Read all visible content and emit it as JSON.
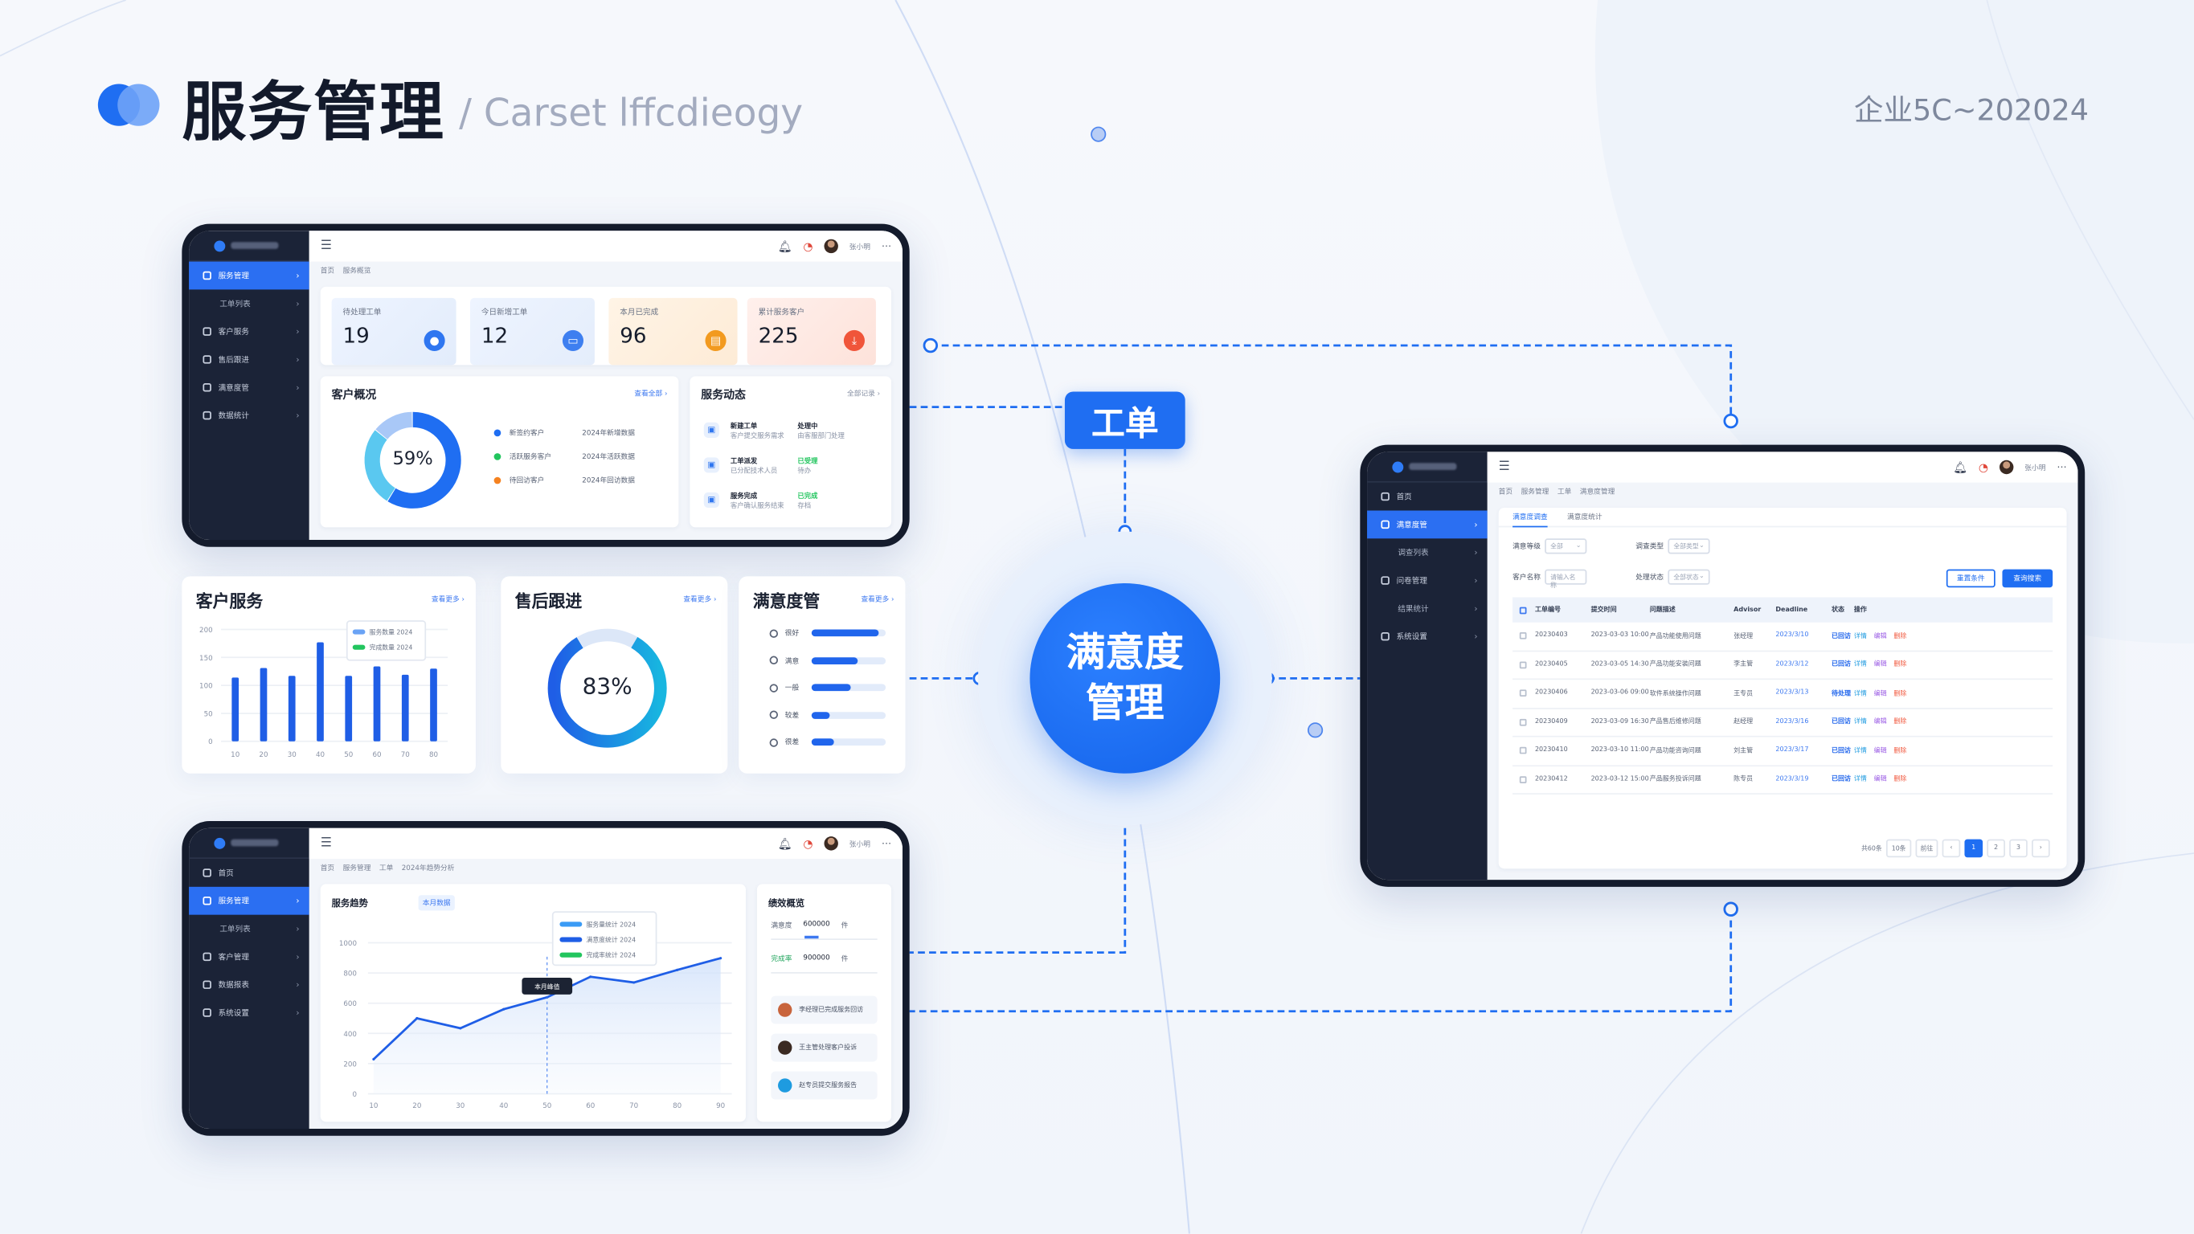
{
  "header": {
    "title": "服务管理",
    "subtitle": "/ Carset lffcdieogy",
    "corner_label": "企业5C~202024"
  },
  "center": {
    "hub_line1": "满意度",
    "hub_line2": "管理",
    "tag": "工单"
  },
  "colors": {
    "accent": "#1f6ef2",
    "sidebar": "#1b2337",
    "green": "#22c55e",
    "orange": "#f59e0b",
    "red": "#f0553a"
  },
  "dashboard_overview": {
    "sidebar": [
      {
        "label": "服务管理",
        "active": true
      },
      {
        "label": "工单列表",
        "sub": true
      },
      {
        "label": "客户服务"
      },
      {
        "label": "售后跟进"
      },
      {
        "label": "满意度管"
      },
      {
        "label": "数据统计"
      }
    ],
    "breadcrumb": [
      "首页",
      "服务概览"
    ],
    "user": "张小明",
    "stats": [
      {
        "label": "待处理工单",
        "value": "19",
        "icon": "user-icon",
        "color": "#2f76f0"
      },
      {
        "label": "今日新增工单",
        "value": "12",
        "icon": "ticket-icon",
        "color": "#3e7ff0"
      },
      {
        "label": "本月已完成",
        "value": "96",
        "icon": "folder-icon",
        "color": "#f29a1f"
      },
      {
        "label": "累计服务客户",
        "value": "225",
        "icon": "download-icon",
        "color": "#f0553a"
      }
    ],
    "customer": {
      "title": "客户概况",
      "link": "查看全部",
      "percent": "59%",
      "segments": [
        59,
        27,
        14
      ],
      "legend": [
        {
          "name": "新签约客户",
          "value": "2024年新增数据",
          "color": "#1f6ef2"
        },
        {
          "name": "活跃服务客户",
          "value": "2024年活跃数据",
          "color": "#22c55e"
        },
        {
          "name": "待回访客户",
          "value": "2024年回访数据",
          "color": "#f58220"
        }
      ]
    },
    "activity": {
      "title": "服务动态",
      "link": "全部记录",
      "items": [
        {
          "name": "新建工单",
          "desc": "客户提交服务需求",
          "status": "处理中",
          "note": "由客服部门处理",
          "status_color": "#1c2333"
        },
        {
          "name": "工单派发",
          "desc": "已分配技术人员",
          "status": "已受理",
          "note": "待办",
          "status_color": "#22c55e"
        },
        {
          "name": "服务完成",
          "desc": "客户确认服务结束",
          "status": "已完成",
          "note": "存档",
          "status_color": "#22c55e"
        }
      ]
    }
  },
  "cards": {
    "service": {
      "title": "客户服务",
      "link": "查看更多"
    },
    "aftersales": {
      "title": "售后跟进",
      "link": "查看更多",
      "percent": "83%",
      "value": 83
    },
    "satisfaction": {
      "title": "满意度管",
      "link": "查看更多",
      "items": [
        {
          "label": "很好",
          "value": 90
        },
        {
          "label": "满意",
          "value": 63
        },
        {
          "label": "一般",
          "value": 52
        },
        {
          "label": "较差",
          "value": 25
        },
        {
          "label": "很差",
          "value": 30
        }
      ]
    }
  },
  "chart_data": [
    {
      "type": "bar",
      "title": "客户服务",
      "categories": [
        "10",
        "20",
        "30",
        "40",
        "50",
        "60",
        "70",
        "80"
      ],
      "values": [
        114,
        131,
        117,
        177,
        117,
        134,
        119,
        130
      ],
      "ylim": [
        0,
        200
      ],
      "yticks": [
        0,
        50,
        100,
        150,
        200
      ],
      "legend": [
        {
          "name": "服务数量 2024",
          "color": "#6aa3f5"
        },
        {
          "name": "完成数量 2024",
          "color": "#22c55e"
        }
      ],
      "legend_position": "top-right",
      "grid": true
    },
    {
      "type": "line",
      "title": "服务趋势",
      "tag": "本月数据",
      "categories": [
        "10",
        "20",
        "30",
        "40",
        "50",
        "60",
        "70",
        "80",
        "90"
      ],
      "values": [
        229,
        500,
        434,
        560,
        639,
        775,
        737,
        820,
        898
      ],
      "ylim": [
        0,
        1000
      ],
      "yticks": [
        0,
        200,
        400,
        600,
        800,
        1000
      ],
      "tooltip": "本月峰值",
      "tooltip_index": 4,
      "legend": [
        {
          "name": "服务量统计 2024",
          "color": "#3a9bf5"
        },
        {
          "name": "满意度统计 2024",
          "color": "#1f5ee6"
        },
        {
          "name": "完成率统计 2024",
          "color": "#22c55e"
        }
      ],
      "legend_position": "top-center",
      "grid": true
    }
  ],
  "dashboard_trend": {
    "sidebar": [
      {
        "label": "首页"
      },
      {
        "label": "服务管理",
        "active": true
      },
      {
        "label": "工单列表",
        "sub": true
      },
      {
        "label": "客户管理"
      },
      {
        "label": "数据报表"
      },
      {
        "label": "系统设置"
      }
    ],
    "breadcrumb": [
      "首页",
      "服务管理",
      "工单",
      "2024年趋势分析"
    ],
    "user": "张小明",
    "summary": {
      "title": "绩效概览",
      "rows": [
        {
          "label": "满意度",
          "value": "600000",
          "unit": "件"
        },
        {
          "label": "完成率",
          "value": "900000",
          "unit": "件"
        }
      ],
      "people": [
        {
          "text": "李经理已完成服务回访",
          "color": "#c8643c"
        },
        {
          "text": "王主管处理客户投诉",
          "color": "#3b2a22"
        },
        {
          "text": "赵专员提交服务报告",
          "color": "#1e9be0"
        }
      ]
    }
  },
  "dashboard_table": {
    "sidebar": [
      {
        "label": "首页"
      },
      {
        "label": "满意度管",
        "active": true
      },
      {
        "label": "调查列表",
        "sub": true
      },
      {
        "label": "问卷管理"
      },
      {
        "label": "结果统计",
        "sub": true
      },
      {
        "label": "系统设置"
      }
    ],
    "breadcrumb": [
      "首页",
      "服务管理",
      "工单",
      "满意度管理"
    ],
    "user": "张小明",
    "tabs": [
      "满意度调查",
      "满意度统计"
    ],
    "filters": [
      {
        "label": "满意等级",
        "value": "全部",
        "type": "select"
      },
      {
        "label": "调查类型",
        "value": "全部类型",
        "type": "select"
      },
      {
        "label": "客户名称",
        "placeholder": "请输入名称",
        "type": "input"
      },
      {
        "label": "处理状态",
        "value": "全部状态",
        "type": "select"
      }
    ],
    "reset_label": "重置条件",
    "search_label": "查询搜索",
    "columns": [
      "工单编号",
      "提交时间",
      "问题描述",
      "Advisor",
      "Deadline",
      "状态",
      "操作"
    ],
    "rows": [
      [
        "20230403",
        "2023-03-03 10:00",
        "产品功能使用问题",
        "张经理",
        "2023/3/10",
        "已回访",
        "详情",
        "编辑",
        "删除"
      ],
      [
        "20230405",
        "2023-03-05 14:30",
        "产品功能安装问题",
        "李主管",
        "2023/3/12",
        "已回访",
        "详情",
        "编辑",
        "删除"
      ],
      [
        "20230406",
        "2023-03-06 09:00",
        "软件系统操作问题",
        "王专员",
        "2023/3/13",
        "待处理",
        "详情",
        "编辑",
        "删除"
      ],
      [
        "20230409",
        "2023-03-09 16:30",
        "产品售后维修问题",
        "赵经理",
        "2023/3/16",
        "已回访",
        "详情",
        "编辑",
        "删除"
      ],
      [
        "20230410",
        "2023-03-10 11:00",
        "产品功能咨询问题",
        "刘主管",
        "2023/3/17",
        "已回访",
        "详情",
        "编辑",
        "删除"
      ],
      [
        "20230412",
        "2023-03-12 15:00",
        "产品服务投诉问题",
        "陈专员",
        "2023/3/19",
        "已回访",
        "详情",
        "编辑",
        "删除"
      ]
    ],
    "pagination": {
      "total": "共60条",
      "pages": [
        "‹",
        "1",
        "2",
        "3",
        "›"
      ],
      "current": "1",
      "prev": "1",
      "jump": "前往",
      "page_size": "10条"
    }
  }
}
